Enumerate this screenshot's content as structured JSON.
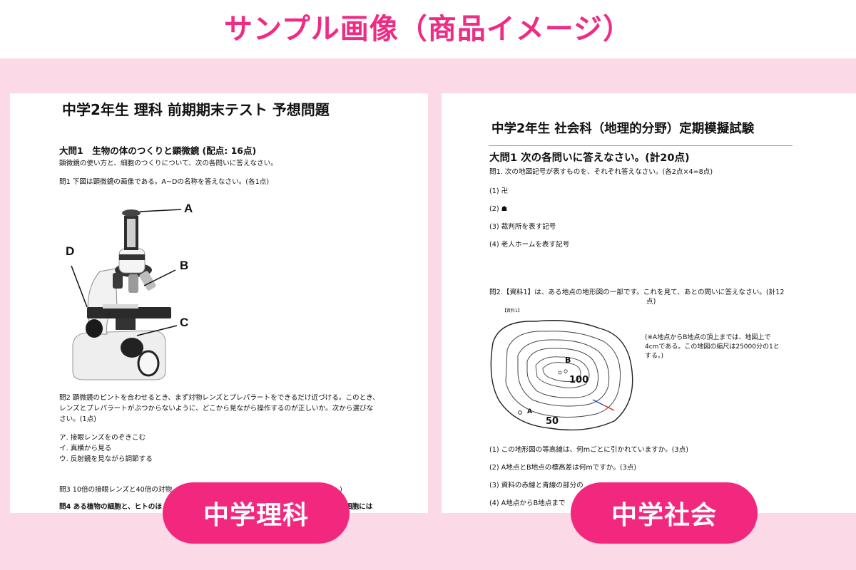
{
  "banner": {
    "title": "サンプル画像（商品イメージ）"
  },
  "science": {
    "title": "中学2年生 理科 前期期末テスト 予想問題",
    "section1": "大問1　生物の体のつくりと顕微鏡 (配点: 16点)",
    "intro": "顕微鏡の使い方と、細胞のつくりについて、次の各問いに答えなさい。",
    "q1": "問1 下図は顕微鏡の画像である。A~Dの名称を答えなさい。(各1点)",
    "labels": {
      "a": "A",
      "b": "B",
      "c": "C",
      "d": "D"
    },
    "q2_lines": [
      "問2 顕微鏡のピントを合わせるとき、まず対物レンズとプレパラートをできるだけ近づける。このとき、",
      "レンズとプレパラートがぶつからないように、どこから見ながら操作するのが正しいか。次から選びな",
      "さい。(1点)"
    ],
    "choices": [
      "ア. 接眼レンズをのぞきこむ",
      "イ. 真横から見る",
      "ウ. 反射鏡を見ながら調節する"
    ],
    "q3": "問3 10倍の接眼レンズと40倍の対物",
    "q3_tail": ")",
    "q4": "問4 ある植物の細胞と、ヒトのほ",
    "q4_tail": "細胞には"
  },
  "social": {
    "title": "中学2年生 社会科（地理的分野）定期模擬試験",
    "section1": "大問1 次の各問いに答えなさい。(計20点)",
    "q1": "問1. 次の地図記号が表すものを、それぞれ答えなさい。(各2点×4=8点)",
    "items": [
      "(1) 卍",
      "(2) ☗",
      "(3) 裁判所を表す記号",
      "(4) 老人ホームを表す記号"
    ],
    "q2_line1": "問2.【資料1】は、ある地点の地形図の一部です。これを見て、あとの問いに答えなさい。(計12",
    "q2_line2": "点)",
    "map": {
      "caption": "【資料1】",
      "note_lines": [
        "(※A地点からB地点の頂上までは、地図上で",
        "4cmである。この地図の縮尺は25000分の1と",
        "する。)"
      ],
      "label_b": "B",
      "label_a": "A",
      "contour_100": "100",
      "contour_50": "50"
    },
    "sub": [
      "(1) この地形図の等高線は、何mごとに引かれていますか。(3点)",
      "(2) A地点とB地点の標高差は何mですか。(3点)",
      "(3) 資料の赤線と青線の部分の",
      "(4) A地点からB地点まで"
    ]
  },
  "pills": {
    "science": "中学理科",
    "social": "中学社会"
  },
  "colors": {
    "accent": "#f2277e",
    "background": "#fcd9e6",
    "title": "#ef2b83"
  }
}
